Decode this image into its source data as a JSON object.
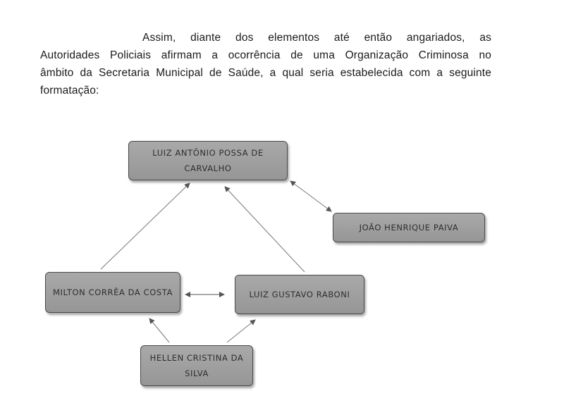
{
  "document": {
    "paragraph_lines": [
      "Assim, diante dos elementos até então angariados, as",
      "Autoridades Policiais afirmam a ocorrência de uma Organização Criminosa no",
      "âmbito da Secretaria Municipal de Saúde, a qual seria estabelecida com a seguinte",
      "formatação:"
    ]
  },
  "diagram": {
    "nodes": {
      "luiz_antonio": "LUIZ ANTÔNIO POSSA DE CARVALHO",
      "joao_henrique": "JOÃO HENRIQUE PAIVA",
      "milton": "MILTON CORRÊA DA COSTA",
      "luiz_gustavo": "LUIZ GUSTAVO RABONI",
      "hellen": "HELLEN CRISTINA DA SILVA"
    },
    "connections": [
      {
        "from": "milton",
        "to": "luiz_antonio",
        "type": "arrow"
      },
      {
        "from": "luiz_gustavo",
        "to": "luiz_antonio",
        "type": "arrow"
      },
      {
        "from": "luiz_antonio",
        "to": "joao_henrique",
        "type": "double-arrow"
      },
      {
        "from": "milton",
        "to": "luiz_gustavo",
        "type": "double-arrow"
      },
      {
        "from": "hellen",
        "to": "milton",
        "type": "arrow"
      },
      {
        "from": "hellen",
        "to": "luiz_gustavo",
        "type": "arrow"
      }
    ]
  }
}
